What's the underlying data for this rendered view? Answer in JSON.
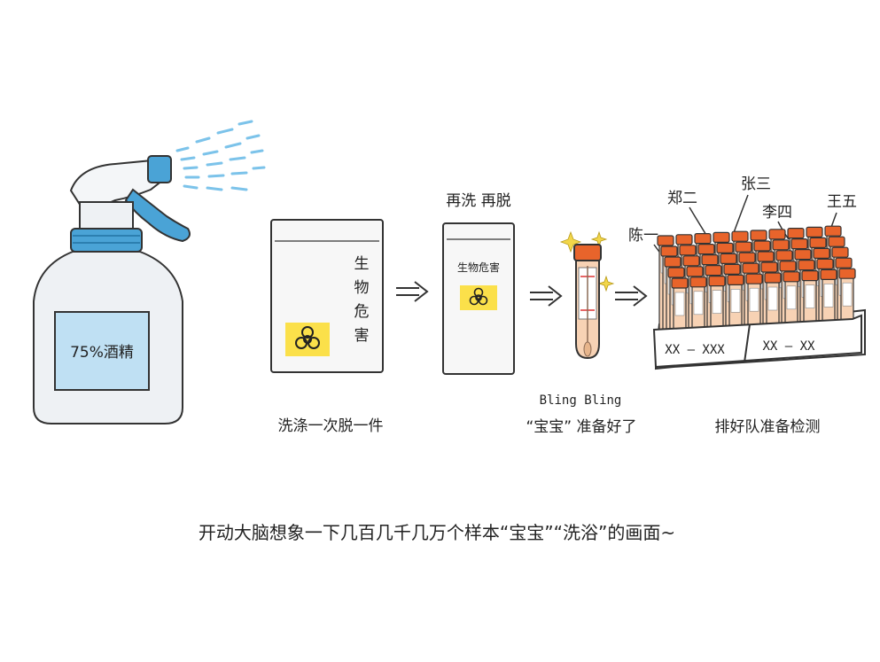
{
  "bottle": {
    "label": "75%酒精"
  },
  "bag_large": {
    "label_chars": [
      "生",
      "物",
      "危",
      "害"
    ]
  },
  "wash_again_label": "再洗  再脱",
  "bag_small": {
    "label": "生物危害"
  },
  "caption_wash": "洗涤一次脱一件",
  "sparkle_text": "Bling  Bling",
  "caption_ready": "“宝宝”  准备好了",
  "names": [
    "郑二",
    "张三",
    "李四",
    "王五",
    "陈一"
  ],
  "rack_labels": [
    "XX — XXX",
    "XX — XX"
  ],
  "caption_queue": "排好队准备检测",
  "bottom_caption": "开动大脑想象一下几百几千几万个样本“宝宝”“洗浴”的画面~",
  "colors": {
    "spray_blue": "#4aa3d6",
    "label_blue": "#bfe0f3",
    "hazard_yellow": "#fbe04a",
    "cap_orange": "#e8642b",
    "tube_fill": "#f7d2b4",
    "line": "#333333"
  }
}
